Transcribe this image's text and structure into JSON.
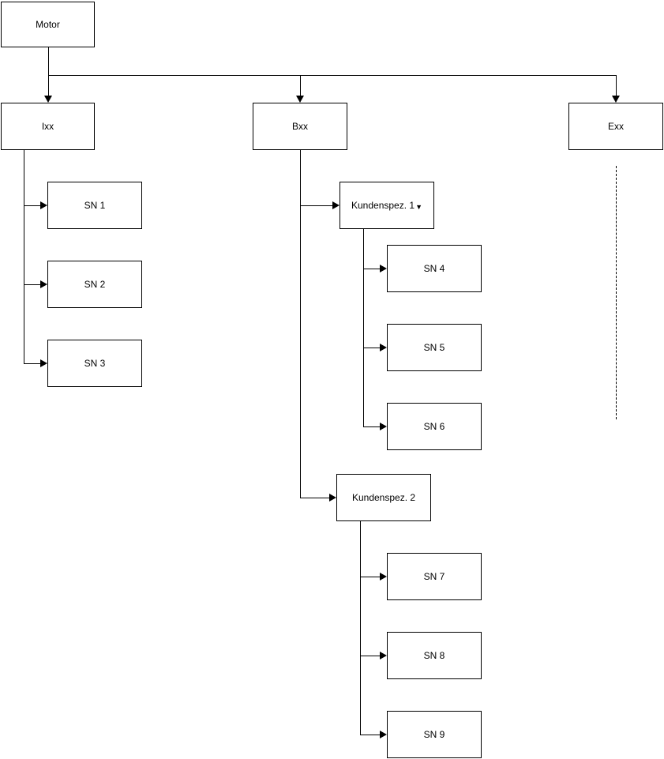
{
  "diagram": {
    "colors": {
      "background": "#ffffff",
      "node_fill": "#ffffff",
      "node_border": "#000000",
      "line": "#000000"
    },
    "nodes": {
      "motor": {
        "label": "Motor"
      },
      "ixx": {
        "label": "Ixx"
      },
      "bxx": {
        "label": "Bxx"
      },
      "exx": {
        "label": "Exx"
      },
      "sn1": {
        "label": "SN 1"
      },
      "sn2": {
        "label": "SN 2"
      },
      "sn3": {
        "label": "SN 3"
      },
      "kundenspez1": {
        "label": "Kundenspez. 1",
        "collapse_indicator": "▼"
      },
      "sn4": {
        "label": "SN 4"
      },
      "sn5": {
        "label": "SN 5"
      },
      "sn6": {
        "label": "SN 6"
      },
      "kundenspez2": {
        "label": "Kundenspez. 2"
      },
      "sn7": {
        "label": "SN 7"
      },
      "sn8": {
        "label": "SN 8"
      },
      "sn9": {
        "label": "SN 9"
      }
    },
    "hierarchy": {
      "Motor": {
        "Ixx": [
          "SN 1",
          "SN 2",
          "SN 3"
        ],
        "Bxx": {
          "Kundenspez. 1": [
            "SN 4",
            "SN 5",
            "SN 6"
          ],
          "Kundenspez. 2": [
            "SN 7",
            "SN 8",
            "SN 9"
          ]
        },
        "Exx": "dashed continuation (children not shown)"
      }
    }
  }
}
